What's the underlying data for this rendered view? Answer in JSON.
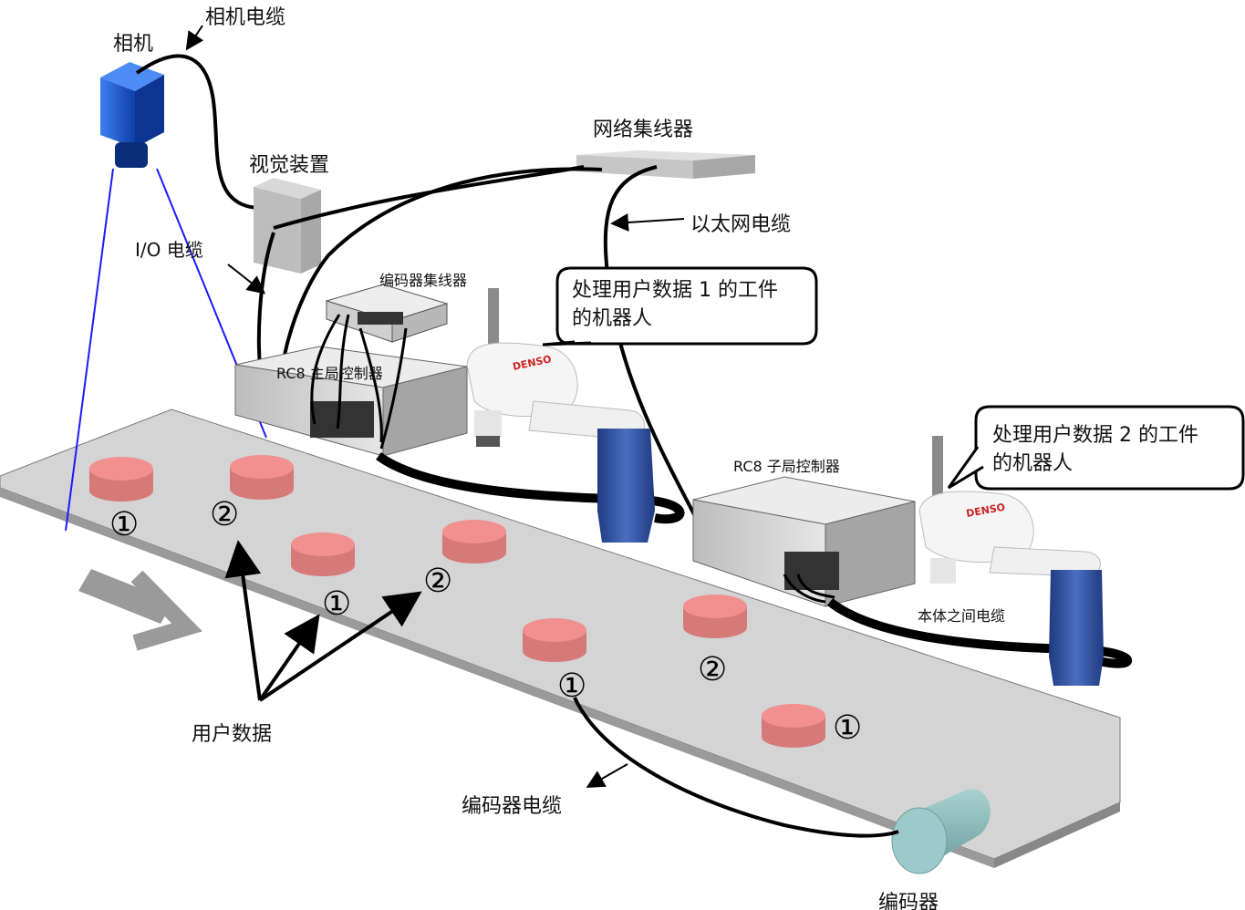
{
  "labels": {
    "camera": "相机",
    "camera_cable": "相机电缆",
    "vision_device": "视觉装置",
    "network_hub": "网络集线器",
    "ethernet_cable": "以太网电缆",
    "io_cable": "I/O 电缆",
    "encoder_hub": "编码器集线器",
    "rc8_master": "RC8 主局控制器",
    "rc8_slave": "RC8 子局控制器",
    "inter_cable": "本体之间电缆",
    "user_data": "用户数据",
    "encoder_cable": "编码器电缆",
    "encoder": "编码器"
  },
  "bubbles": {
    "robot1_line1": "处理用户数据 1 的工件",
    "robot1_line2": "的机器人",
    "robot2_line1": "处理用户数据 2 的工件",
    "robot2_line2": "的机器人"
  },
  "robot_brand": "DENSO",
  "workpiece_markers": [
    {
      "id": "w1",
      "marker": "①"
    },
    {
      "id": "w2",
      "marker": "②"
    },
    {
      "id": "w3",
      "marker": "①"
    },
    {
      "id": "w4",
      "marker": "②"
    },
    {
      "id": "w5",
      "marker": "①"
    },
    {
      "id": "w6",
      "marker": "②"
    },
    {
      "id": "w7",
      "marker": "①"
    }
  ],
  "colors": {
    "camera": "#1f5fd6",
    "workpiece_top": "#f28f8f",
    "workpiece_side": "#d67979",
    "conveyor": "#cfcfcf",
    "robot_base": "#2f4f9a",
    "encoder": "#8fbcbc",
    "fov_lines": "#1a1aff"
  }
}
